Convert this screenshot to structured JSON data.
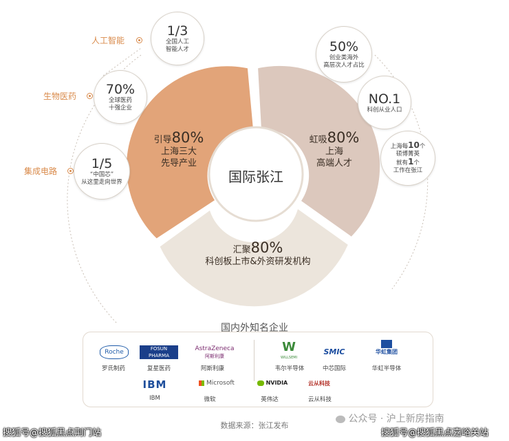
{
  "center": {
    "title": "国际张江"
  },
  "segments": {
    "left": {
      "pre": "引导",
      "pct": "80%",
      "line1": "上海三大",
      "line2": "先导产业",
      "color": "#e2a479"
    },
    "right": {
      "pre": "虹吸",
      "pct": "80%",
      "line1": "上海",
      "line2": "高端人才",
      "color": "#dcc8bd"
    },
    "bottom": {
      "pre": "汇聚",
      "pct": "80%",
      "line1": "科创板上市&外资研发机构",
      "color": "#ece5dc"
    }
  },
  "left_bubbles": [
    {
      "label": "人工智能",
      "big": "1/3",
      "line1": "全国人工",
      "line2": "智能人才"
    },
    {
      "label": "生物医药",
      "big": "70%",
      "line1": "全球医药",
      "line2": "十强企业"
    },
    {
      "label": "集成电路",
      "big": "1/5",
      "line1": "“中国芯”",
      "line2": "从这里走向世界"
    }
  ],
  "right_bubbles": [
    {
      "big": "50%",
      "line1": "创业类海外",
      "line2": "高层次人才占比"
    },
    {
      "big": "NO.1",
      "line1": "科创从业人口",
      "line2": ""
    },
    {
      "line1a": "上海每",
      "num1": "10",
      "line1b": "个",
      "line2": "硕博菁英",
      "line3a": "就有",
      "num2": "1",
      "line3b": "个",
      "line4": "工作在张江"
    }
  ],
  "enterprises": {
    "title": "国内外知名企业",
    "row1": [
      {
        "logo": "Roche",
        "name": "罗氏制药",
        "color": "#1d5aa8"
      },
      {
        "logo": "FOSUN PHARMA",
        "logo2": "复星医药",
        "name": "复星医药",
        "color": "#1b3f8a"
      },
      {
        "logo": "AstraZeneca",
        "logo2": "阿斯利康",
        "name": "阿斯利康",
        "color": "#7a2a6e"
      },
      {
        "logo": "WILLSEMI",
        "name": "韦尔半导体",
        "color": "#3c8a3a"
      },
      {
        "logo": "SMIC",
        "name": "中芯国际",
        "color": "#1d4ea0"
      },
      {
        "logo": "华虹集团",
        "name": "华虹半导体",
        "color": "#1d4ea0"
      }
    ],
    "row2": [
      {
        "logo": "IBM",
        "name": "IBM",
        "color": "#1f4f9c"
      },
      {
        "logo": "Microsoft",
        "name": "微软",
        "color": "#555555"
      },
      {
        "logo": "NVIDIA",
        "name": "英伟达",
        "color": "#222222"
      },
      {
        "logo": "云从科技",
        "name": "云从科技",
        "color": "#b33027"
      }
    ]
  },
  "source": "数据来源：张江发布",
  "watermarks": {
    "wechat": "公众号 · 沪上新房指南",
    "left": "搜狐号@搜狐黑点荆门站",
    "right": "搜狐号@搜狐黑点嘉峪关站"
  }
}
